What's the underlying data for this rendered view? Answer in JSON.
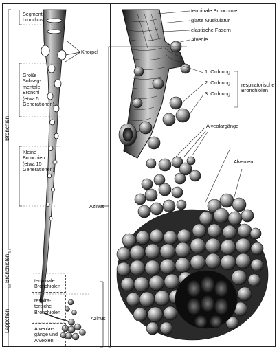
{
  "left_panel": {
    "side_labels": {
      "bronchien": "Bronchien",
      "bronchiolen": "Bronchiolen",
      "laeppchen": "Läppchen"
    },
    "sections": {
      "segment": "Segment-\nbronchus",
      "grosse": "Große\nSubseg-\nmentale\nBronchi\n(etwa 5\nGenerationen)",
      "kleine": "Kleine\nBronchien\n(etwa 15\nGenerationen)",
      "terminale": "terminale\nBronchiolen",
      "respiratorische": "respira-\ntorische\nBronchiolen",
      "alveolargaenge": "Alveolar-\ngänge und\nAlveolen"
    },
    "knorpel": "Knorpel",
    "azinus_mid": "Azinus",
    "azinus_low": "Azinus"
  },
  "right_panel": {
    "top_labels": {
      "terminale_bronchiole": "terminale Bronchiole",
      "glatte_muskulatur": "glatte Muskulatur",
      "elastische_fasern": "elastische Fasern",
      "alveole": "Alveole"
    },
    "ordnung": [
      "1. Ordnung",
      "2. Ordnung",
      "3. Ordnung"
    ],
    "respiratorische_bronchiolen": "respiratorische\nBronchiolen",
    "alveolargaenge": "Alveolargänge",
    "alveolen": "Alveolen"
  },
  "colors": {
    "ink": "#111111",
    "line": "#222222",
    "alveoli_dark": "#1a1a1a",
    "alveoli_light": "#e8e8e8"
  }
}
